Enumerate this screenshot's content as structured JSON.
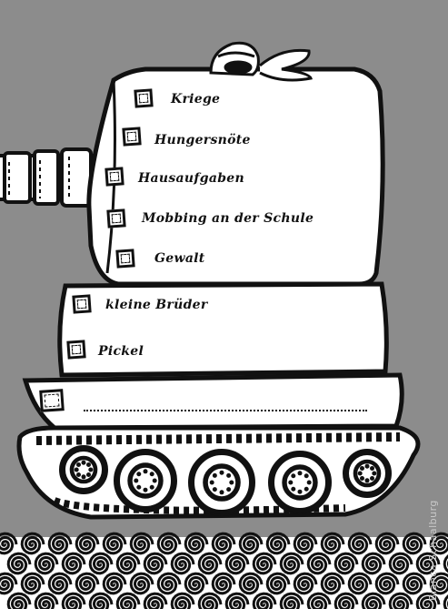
{
  "checklist": {
    "turret_items": [
      {
        "label": "Kriege"
      },
      {
        "label": "Hungersnöte"
      },
      {
        "label": "Hausaufgaben"
      },
      {
        "label": "Mobbing an der Schule"
      },
      {
        "label": "Gewalt"
      }
    ],
    "hull_items": [
      {
        "label": "kleine Brüder"
      },
      {
        "label": "Pickel"
      }
    ],
    "blank_item": {
      "label": ""
    }
  },
  "credit": {
    "signature": "Bianca Schaalburg"
  },
  "colors": {
    "background": "#8c8c8c",
    "ink": "#111111",
    "paper": "#ffffff"
  }
}
